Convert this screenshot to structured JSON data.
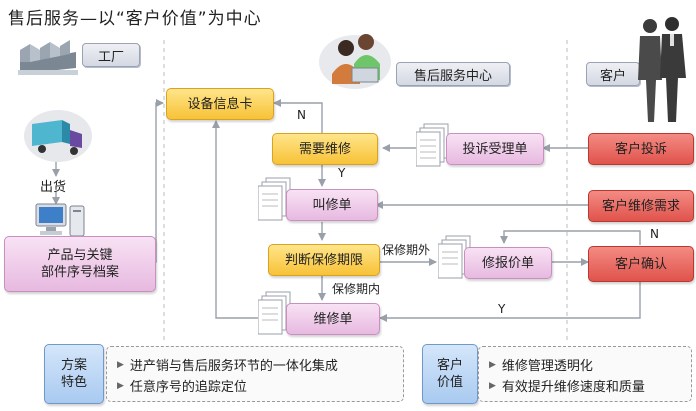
{
  "title": "售后服务—以“客户价值”为中心",
  "lanes": {
    "factory": "工厂",
    "service_center": "售后服务中心",
    "customer": "客户"
  },
  "nodes": {
    "shipment": "出货",
    "product_archive_l1": "产品与关键",
    "product_archive_l2": "部件序号档案",
    "equipment_card": "设备信息卡",
    "need_repair": "需要维修",
    "complaint_form": "投诉受理单",
    "call_repair": "叫修单",
    "judge_warranty": "判断保修期限",
    "quote": "修报价单",
    "repair_order": "维修单",
    "customer_complaint": "客户投诉",
    "repair_request": "客户维修需求",
    "customer_confirm": "客户确认"
  },
  "edge_labels": {
    "n_top": "N",
    "y_mid": "Y",
    "out_warranty": "保修期外",
    "in_warranty": "保修期内",
    "n_right": "N",
    "y_bottom": "Y"
  },
  "solution": {
    "label_l1": "方案",
    "label_l2": "特色",
    "items": [
      "进产销与售后服务环节的一体化集成",
      "任意序号的追踪定位"
    ]
  },
  "value": {
    "label_l1": "客户",
    "label_l2": "价值",
    "items": [
      "维修管理透明化",
      "有效提升维修速度和质量"
    ]
  },
  "colors": {
    "flow_line": "#9aa0aa",
    "yellow_box": "#f7c237",
    "red_box": "#e0534c",
    "pink_box": "#e7b9e0",
    "blue_box": "#a9caf0"
  },
  "icons": {
    "factory": "factory-icon",
    "truck": "delivery-truck-icon",
    "computer": "computer-icon",
    "service_staff": "service-staff-icon",
    "customers": "customers-icon",
    "document": "document-stack-icon"
  }
}
